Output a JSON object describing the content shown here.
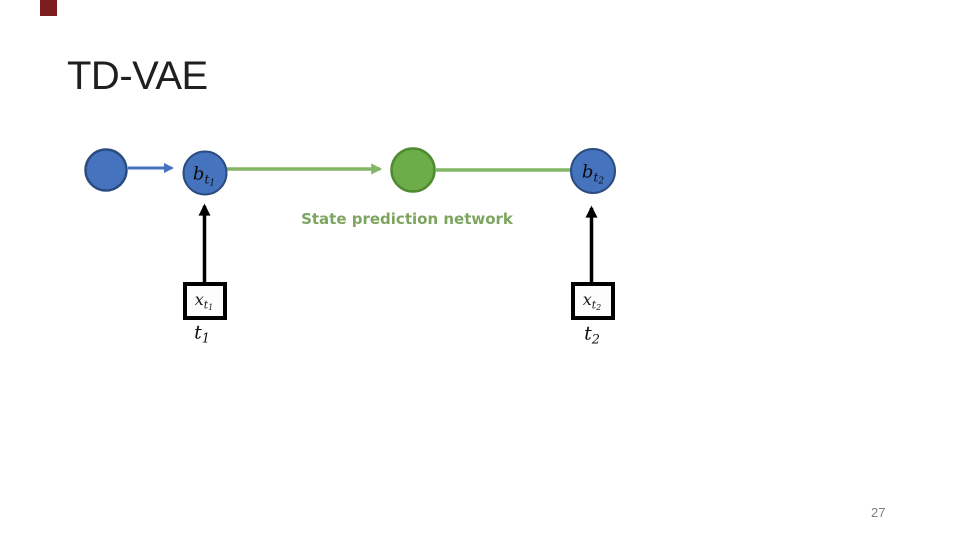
{
  "slide": {
    "title": "TD-VAE",
    "page_number": "27"
  },
  "diagram": {
    "caption": "State prediction network",
    "labels": {
      "belief_t1": {
        "base": "b",
        "sub": "t",
        "subsub": "1"
      },
      "belief_t2": {
        "base": "b",
        "sub": "t",
        "subsub": "2"
      },
      "obs_t1": {
        "base": "x",
        "sub": "t",
        "subsub": "1"
      },
      "obs_t2": {
        "base": "x",
        "sub": "t",
        "subsub": "2"
      },
      "time_t1": {
        "base": "t",
        "sub": "1"
      },
      "time_t2": {
        "base": "t",
        "sub": "2"
      }
    }
  },
  "colors": {
    "blue_fill": "#4573BE",
    "blue_border": "#2B4C7E",
    "green_fill": "#6CAD49",
    "green_border": "#4F8A33",
    "green_arrow": "#83B566",
    "black_arrow": "#000000",
    "box_border": "#000000",
    "box_fill": "#FDFDFD",
    "green_text": "#7DA55F",
    "red_marker": "#7E1D1D",
    "title_text": "#1F1F1F",
    "page_number_text": "#7F7F7F"
  }
}
